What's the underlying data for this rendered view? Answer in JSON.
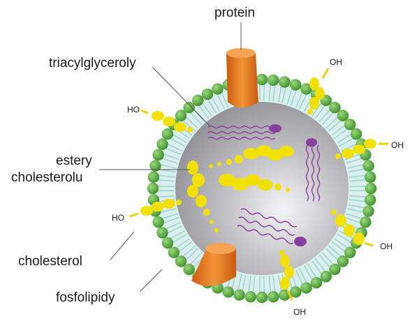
{
  "labels": {
    "protein": "protein",
    "triacylglycerols": "triacylglyceroly",
    "cholesteryl_esters_line1": "estery",
    "cholesteryl_esters_line2": "cholesterolu",
    "cholesterol": "cholesterol",
    "phospholipids": "fosfolipidy"
  },
  "hydroxyl_labels": [
    "OH",
    "HO",
    "OH",
    "HO",
    "OH",
    "OH"
  ],
  "colors": {
    "phospholipid_head": "#5fae45",
    "phospholipid_tail": "#9fd4d0",
    "core": "#b9b9bd",
    "cholesterol": "#f2e100",
    "protein": "#e8771f",
    "triacylglycerol": "#8a3fa0"
  }
}
